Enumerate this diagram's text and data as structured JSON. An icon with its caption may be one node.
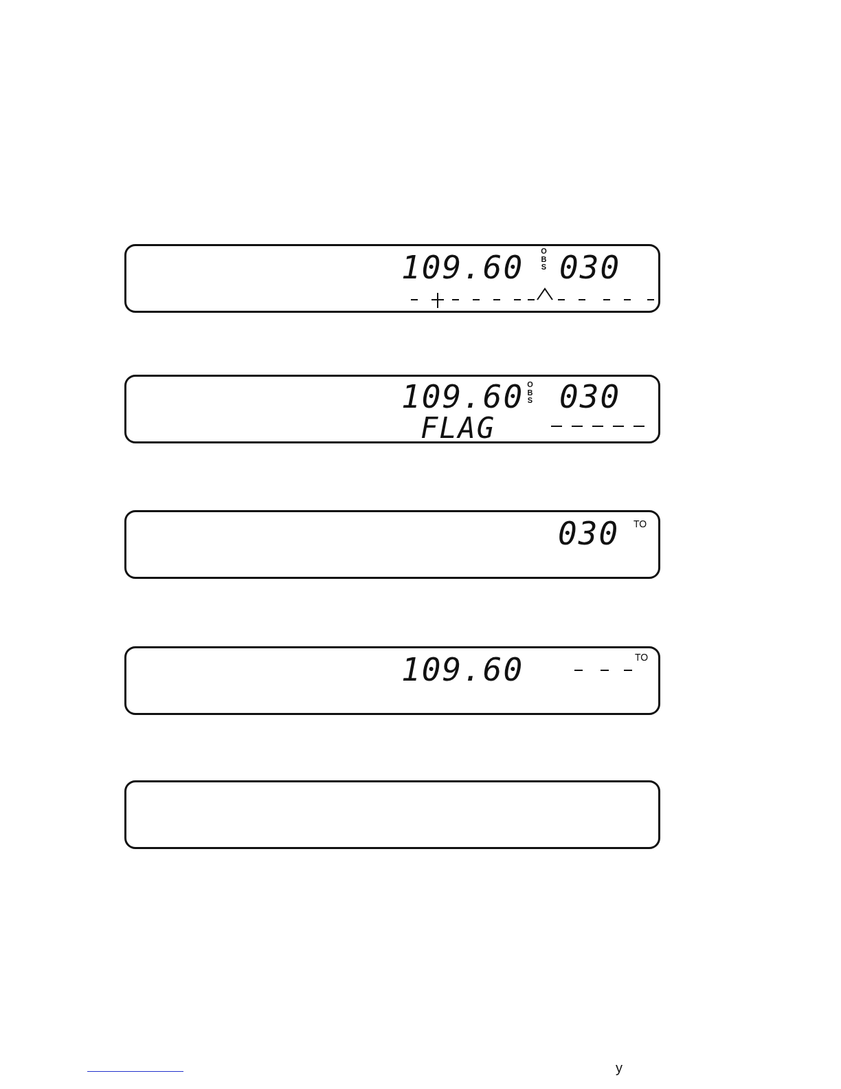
{
  "diagram": {
    "nodes": [
      {
        "text": [
          "109.60",
          "OBS",
          "030"
        ]
      },
      {
        "text": [
          "109.60",
          "OBS",
          "030",
          "FLAG"
        ]
      },
      {
        "text": [
          "030",
          "TO"
        ]
      },
      {
        "text": [
          "109.60",
          "TO"
        ]
      },
      {
        "text": [],
        "shape": "box"
      }
    ],
    "labels": [
      "y"
    ]
  }
}
